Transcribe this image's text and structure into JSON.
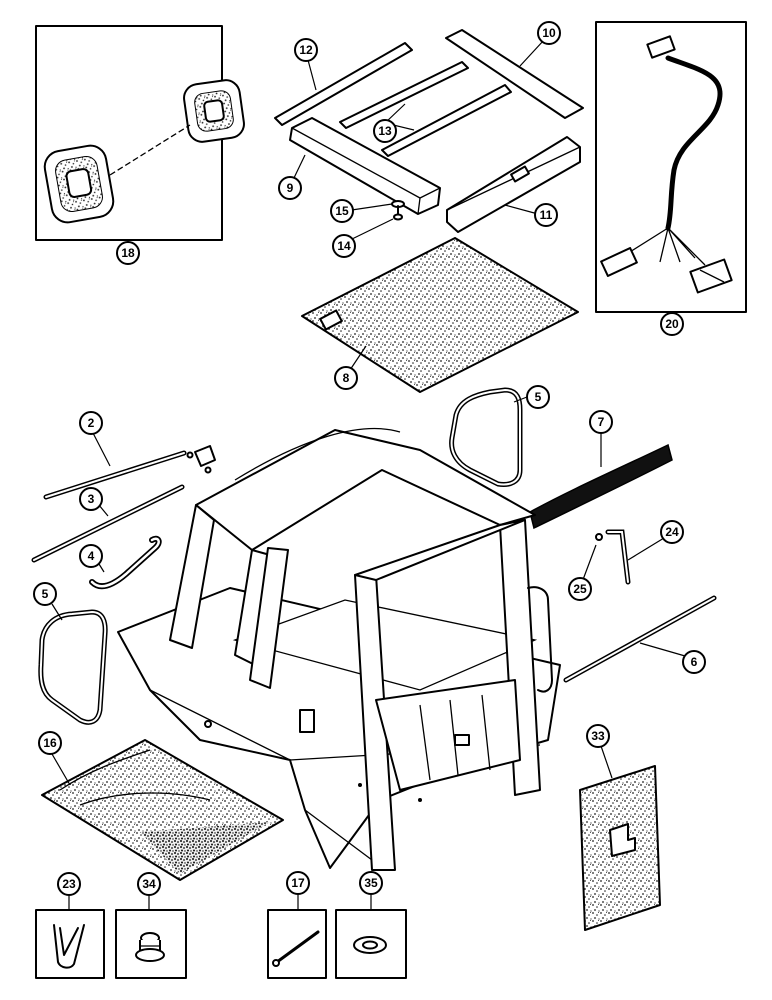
{
  "diagram": {
    "type": "exploded-parts-view",
    "callouts": {
      "c2": "2",
      "c3": "3",
      "c4": "4",
      "c5a": "5",
      "c5b": "5",
      "c6": "6",
      "c7": "7",
      "c8": "8",
      "c9": "9",
      "c10": "10",
      "c11": "11",
      "c12": "12",
      "c13": "13",
      "c14": "14",
      "c15": "15",
      "c16": "16",
      "c17": "17",
      "c18": "18",
      "c20": "20",
      "c23": "23",
      "c24": "24",
      "c25": "25",
      "c33": "33",
      "c34": "34",
      "c35": "35"
    },
    "colors": {
      "line": "#000000",
      "background": "#ffffff",
      "foam": "#777777"
    }
  }
}
